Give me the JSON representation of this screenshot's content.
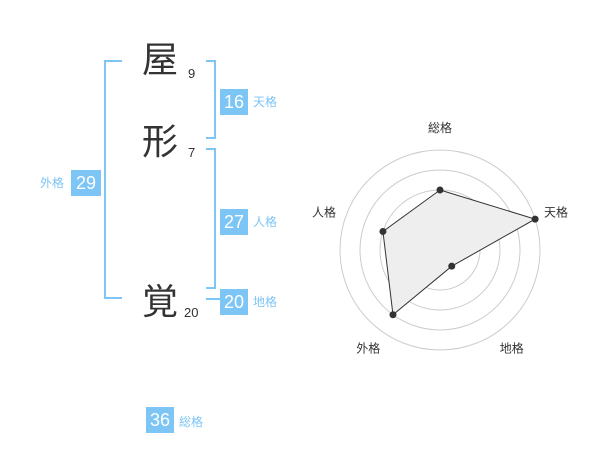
{
  "name": {
    "characters": [
      {
        "char": "屋",
        "strokes": "9"
      },
      {
        "char": "形",
        "strokes": "7"
      },
      {
        "char": "覚",
        "strokes": "20"
      }
    ]
  },
  "fortunes": {
    "tenkaku": {
      "value": "16",
      "label": "天格"
    },
    "jinkaku": {
      "value": "27",
      "label": "人格"
    },
    "chikaku": {
      "value": "20",
      "label": "地格"
    },
    "gaikaku": {
      "value": "29",
      "label": "外格"
    },
    "soukaku": {
      "value": "36",
      "label": "総格"
    }
  },
  "colors": {
    "accent": "#7dc5f5",
    "text": "#333333",
    "grid": "#cccccc",
    "fill": "#eeeeee"
  },
  "chart_data": {
    "type": "radar",
    "axes": [
      "総格",
      "天格",
      "地格",
      "外格",
      "人格"
    ],
    "values": [
      3,
      5,
      1,
      4,
      3
    ],
    "scale_max": 5,
    "rings": 5
  }
}
